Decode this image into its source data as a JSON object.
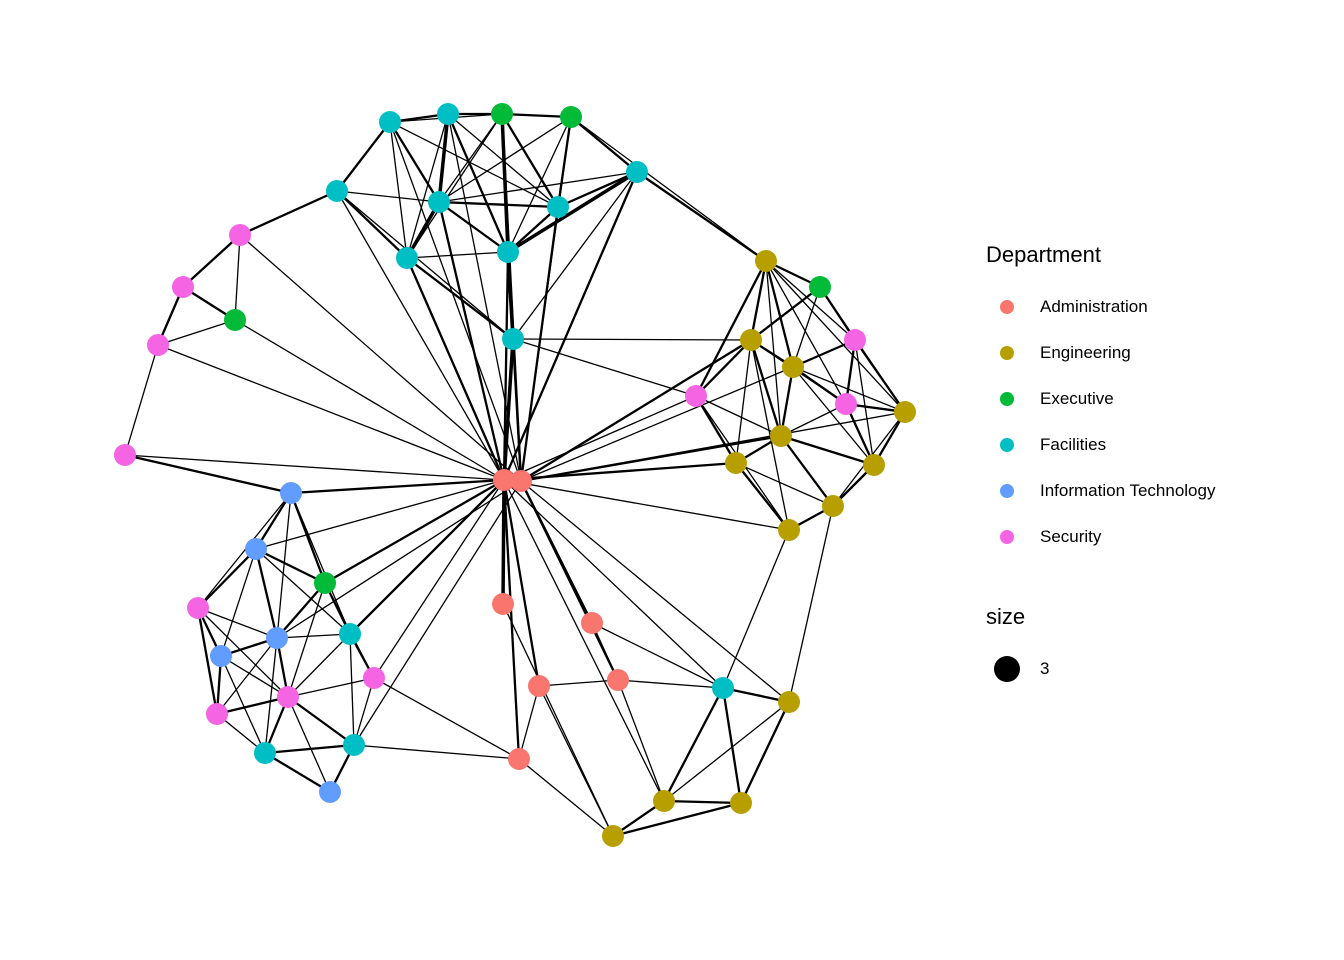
{
  "colors": {
    "Administration": "#F8766D",
    "Engineering": "#B79F00",
    "Executive": "#00BA38",
    "Facilities": "#00BFC4",
    "Information Technology": "#619CFF",
    "Security": "#F564E3"
  },
  "legend": {
    "department": {
      "title": "Department",
      "items": [
        {
          "label": "Administration",
          "color": "#F8766D"
        },
        {
          "label": "Engineering",
          "color": "#B79F00"
        },
        {
          "label": "Executive",
          "color": "#00BA38"
        },
        {
          "label": "Facilities",
          "color": "#00BFC4"
        },
        {
          "label": "Information Technology",
          "color": "#619CFF"
        },
        {
          "label": "Security",
          "color": "#F564E3"
        }
      ]
    },
    "size": {
      "title": "size",
      "value": "3",
      "dot_color": "#000000"
    }
  },
  "chart_data": {
    "type": "network",
    "title": "",
    "legend_position": "right",
    "node_radius": 11,
    "edge_color": "#000000",
    "nodes": [
      [
        "F1",
        390,
        122,
        "Facilities"
      ],
      [
        "F2",
        448,
        114,
        "Facilities"
      ],
      [
        "X1",
        502,
        114,
        "Executive"
      ],
      [
        "X2",
        571,
        117,
        "Executive"
      ],
      [
        "F3",
        637,
        172,
        "Facilities"
      ],
      [
        "F4",
        337,
        191,
        "Facilities"
      ],
      [
        "F5",
        439,
        202,
        "Facilities"
      ],
      [
        "F6",
        558,
        207,
        "Facilities"
      ],
      [
        "F7",
        407,
        258,
        "Facilities"
      ],
      [
        "F8",
        508,
        252,
        "Facilities"
      ],
      [
        "F9",
        513,
        339,
        "Facilities"
      ],
      [
        "S1",
        240,
        235,
        "Security"
      ],
      [
        "S2",
        183,
        287,
        "Security"
      ],
      [
        "X3",
        235,
        320,
        "Executive"
      ],
      [
        "S3",
        158,
        345,
        "Security"
      ],
      [
        "S4",
        125,
        455,
        "Security"
      ],
      [
        "A1",
        504,
        480,
        "Administration"
      ],
      [
        "A2",
        521,
        481,
        "Administration"
      ],
      [
        "G1",
        766,
        261,
        "Engineering"
      ],
      [
        "X4",
        820,
        287,
        "Executive"
      ],
      [
        "G2",
        751,
        340,
        "Engineering"
      ],
      [
        "S5",
        855,
        340,
        "Security"
      ],
      [
        "G3",
        793,
        367,
        "Engineering"
      ],
      [
        "S6",
        846,
        404,
        "Security"
      ],
      [
        "S7",
        696,
        396,
        "Security"
      ],
      [
        "G4",
        905,
        412,
        "Engineering"
      ],
      [
        "G5",
        781,
        436,
        "Engineering"
      ],
      [
        "G6",
        736,
        463,
        "Engineering"
      ],
      [
        "G7",
        874,
        465,
        "Engineering"
      ],
      [
        "G8",
        833,
        506,
        "Engineering"
      ],
      [
        "G9",
        789,
        530,
        "Engineering"
      ],
      [
        "I1",
        291,
        493,
        "Information Technology"
      ],
      [
        "I2",
        256,
        549,
        "Information Technology"
      ],
      [
        "X5",
        325,
        583,
        "Executive"
      ],
      [
        "S8",
        198,
        608,
        "Security"
      ],
      [
        "I3",
        277,
        638,
        "Information Technology"
      ],
      [
        "F10",
        350,
        634,
        "Facilities"
      ],
      [
        "I4",
        221,
        656,
        "Information Technology"
      ],
      [
        "S9",
        288,
        697,
        "Security"
      ],
      [
        "S10",
        217,
        714,
        "Security"
      ],
      [
        "S11",
        374,
        678,
        "Security"
      ],
      [
        "F11",
        265,
        753,
        "Facilities"
      ],
      [
        "F12",
        354,
        745,
        "Facilities"
      ],
      [
        "I5",
        330,
        792,
        "Information Technology"
      ],
      [
        "A3",
        503,
        604,
        "Administration"
      ],
      [
        "A4",
        592,
        623,
        "Administration"
      ],
      [
        "A5",
        539,
        686,
        "Administration"
      ],
      [
        "A6",
        618,
        680,
        "Administration"
      ],
      [
        "A7",
        519,
        759,
        "Administration"
      ],
      [
        "F13",
        723,
        688,
        "Facilities"
      ],
      [
        "G10",
        789,
        702,
        "Engineering"
      ],
      [
        "G11",
        664,
        801,
        "Engineering"
      ],
      [
        "G12",
        741,
        803,
        "Engineering"
      ],
      [
        "G13",
        613,
        836,
        "Engineering"
      ]
    ],
    "edges": [
      [
        "F1",
        "F2",
        2
      ],
      [
        "F1",
        "X1",
        1
      ],
      [
        "F1",
        "F5",
        2
      ],
      [
        "F1",
        "F7",
        1
      ],
      [
        "F1",
        "F4",
        2
      ],
      [
        "F1",
        "F6",
        1
      ],
      [
        "F2",
        "X1",
        2
      ],
      [
        "F2",
        "F5",
        3
      ],
      [
        "F2",
        "F6",
        1
      ],
      [
        "F2",
        "F8",
        2
      ],
      [
        "F2",
        "F7",
        1
      ],
      [
        "X1",
        "X2",
        2
      ],
      [
        "X1",
        "F5",
        1
      ],
      [
        "X1",
        "F6",
        2
      ],
      [
        "X1",
        "F8",
        3
      ],
      [
        "X1",
        "F7",
        1
      ],
      [
        "X2",
        "F3",
        2
      ],
      [
        "X2",
        "F6",
        2
      ],
      [
        "X2",
        "F8",
        1
      ],
      [
        "X2",
        "F5",
        1
      ],
      [
        "F3",
        "F6",
        2
      ],
      [
        "F3",
        "F8",
        3
      ],
      [
        "F3",
        "F9",
        1
      ],
      [
        "F3",
        "F5",
        1
      ],
      [
        "F4",
        "F5",
        1
      ],
      [
        "F4",
        "F7",
        2
      ],
      [
        "F4",
        "F9",
        1
      ],
      [
        "F5",
        "F6",
        2
      ],
      [
        "F5",
        "F7",
        3
      ],
      [
        "F5",
        "F8",
        2
      ],
      [
        "F6",
        "F8",
        2
      ],
      [
        "F7",
        "F8",
        1
      ],
      [
        "F7",
        "F9",
        2
      ],
      [
        "F8",
        "F9",
        3
      ],
      [
        "S1",
        "S2",
        2
      ],
      [
        "S1",
        "X3",
        1
      ],
      [
        "S1",
        "F4",
        2
      ],
      [
        "S2",
        "X3",
        2
      ],
      [
        "S2",
        "S3",
        2
      ],
      [
        "S3",
        "X3",
        1
      ],
      [
        "S3",
        "S4",
        1
      ],
      [
        "S4",
        "I1",
        2
      ],
      [
        "X3",
        "A1",
        1
      ],
      [
        "S3",
        "A1",
        1
      ],
      [
        "S4",
        "A1",
        1
      ],
      [
        "S1",
        "A2",
        1
      ],
      [
        "A1",
        "A2",
        3
      ],
      [
        "A1",
        "F9",
        3
      ],
      [
        "A2",
        "F9",
        2
      ],
      [
        "A1",
        "F8",
        2
      ],
      [
        "A2",
        "F6",
        2
      ],
      [
        "A2",
        "X1",
        2
      ],
      [
        "A1",
        "F7",
        2
      ],
      [
        "A1",
        "F5",
        2
      ],
      [
        "A2",
        "F2",
        1
      ],
      [
        "A2",
        "F1",
        1
      ],
      [
        "A1",
        "F4",
        1
      ],
      [
        "A1",
        "F3",
        2
      ],
      [
        "A2",
        "X2",
        1
      ],
      [
        "A1",
        "I1",
        2
      ],
      [
        "A1",
        "I2",
        1
      ],
      [
        "A1",
        "X5",
        2
      ],
      [
        "A1",
        "F10",
        2
      ],
      [
        "A1",
        "S11",
        1
      ],
      [
        "A2",
        "I3",
        1
      ],
      [
        "A1",
        "A3",
        3
      ],
      [
        "A2",
        "A4",
        2
      ],
      [
        "A1",
        "A5",
        2
      ],
      [
        "A2",
        "A6",
        2
      ],
      [
        "A1",
        "A7",
        2
      ],
      [
        "A1",
        "F13",
        1
      ],
      [
        "A2",
        "G10",
        1
      ],
      [
        "A1",
        "G11",
        1
      ],
      [
        "A2",
        "G2",
        2
      ],
      [
        "A2",
        "G5",
        2
      ],
      [
        "A2",
        "G3",
        1
      ],
      [
        "A1",
        "G6",
        2
      ],
      [
        "A1",
        "G9",
        1
      ],
      [
        "A1",
        "S7",
        1
      ],
      [
        "A2",
        "G4",
        1
      ],
      [
        "A2",
        "F12",
        1
      ],
      [
        "G1",
        "X4",
        2
      ],
      [
        "G1",
        "G2",
        2
      ],
      [
        "G1",
        "G3",
        2
      ],
      [
        "G1",
        "S5",
        1
      ],
      [
        "G1",
        "S7",
        2
      ],
      [
        "G1",
        "G5",
        1
      ],
      [
        "G1",
        "S6",
        1
      ],
      [
        "G1",
        "G4",
        1
      ],
      [
        "X4",
        "S5",
        2
      ],
      [
        "X4",
        "G3",
        1
      ],
      [
        "X4",
        "G2",
        2
      ],
      [
        "X4",
        "G4",
        1
      ],
      [
        "G2",
        "G3",
        2
      ],
      [
        "G2",
        "S7",
        2
      ],
      [
        "G2",
        "G5",
        2
      ],
      [
        "G2",
        "G6",
        1
      ],
      [
        "G2",
        "G9",
        1
      ],
      [
        "G2",
        "S6",
        1
      ],
      [
        "S5",
        "S6",
        2
      ],
      [
        "S5",
        "G3",
        2
      ],
      [
        "S5",
        "G4",
        2
      ],
      [
        "S5",
        "G7",
        1
      ],
      [
        "G3",
        "S6",
        2
      ],
      [
        "G3",
        "G5",
        2
      ],
      [
        "G3",
        "G4",
        1
      ],
      [
        "G3",
        "G7",
        1
      ],
      [
        "S6",
        "G4",
        2
      ],
      [
        "S6",
        "G7",
        2
      ],
      [
        "S6",
        "G5",
        1
      ],
      [
        "S7",
        "G6",
        2
      ],
      [
        "S7",
        "G5",
        1
      ],
      [
        "S7",
        "G9",
        1
      ],
      [
        "G4",
        "G7",
        2
      ],
      [
        "G4",
        "G8",
        1
      ],
      [
        "G5",
        "G6",
        2
      ],
      [
        "G5",
        "G7",
        2
      ],
      [
        "G5",
        "G8",
        2
      ],
      [
        "G6",
        "G9",
        2
      ],
      [
        "G6",
        "G8",
        1
      ],
      [
        "G7",
        "G8",
        2
      ],
      [
        "G8",
        "G9",
        2
      ],
      [
        "G9",
        "F13",
        1
      ],
      [
        "G8",
        "G10",
        1
      ],
      [
        "F3",
        "G1",
        2
      ],
      [
        "F9",
        "S7",
        1
      ],
      [
        "X2",
        "G1",
        1
      ],
      [
        "F9",
        "G2",
        1
      ],
      [
        "I1",
        "I2",
        2
      ],
      [
        "I1",
        "X5",
        2
      ],
      [
        "I1",
        "I3",
        1
      ],
      [
        "I1",
        "F10",
        1
      ],
      [
        "I1",
        "S8",
        1
      ],
      [
        "I2",
        "X5",
        2
      ],
      [
        "I2",
        "S8",
        2
      ],
      [
        "I2",
        "I3",
        2
      ],
      [
        "I2",
        "I4",
        1
      ],
      [
        "I2",
        "F10",
        1
      ],
      [
        "X5",
        "F10",
        2
      ],
      [
        "X5",
        "I3",
        2
      ],
      [
        "X5",
        "S11",
        1
      ],
      [
        "X5",
        "S9",
        1
      ],
      [
        "S8",
        "I4",
        2
      ],
      [
        "S8",
        "S10",
        2
      ],
      [
        "S8",
        "I3",
        1
      ],
      [
        "S8",
        "S9",
        1
      ],
      [
        "I3",
        "I4",
        2
      ],
      [
        "I3",
        "S9",
        2
      ],
      [
        "I3",
        "F10",
        1
      ],
      [
        "I3",
        "F11",
        1
      ],
      [
        "I3",
        "S10",
        1
      ],
      [
        "F10",
        "S11",
        2
      ],
      [
        "F10",
        "F12",
        1
      ],
      [
        "F10",
        "S9",
        1
      ],
      [
        "I4",
        "S10",
        2
      ],
      [
        "I4",
        "S9",
        1
      ],
      [
        "I4",
        "F11",
        1
      ],
      [
        "S9",
        "S10",
        2
      ],
      [
        "S9",
        "F11",
        2
      ],
      [
        "S9",
        "F12",
        2
      ],
      [
        "S9",
        "S11",
        1
      ],
      [
        "S9",
        "I5",
        1
      ],
      [
        "S10",
        "F11",
        1
      ],
      [
        "S11",
        "F12",
        1
      ],
      [
        "F11",
        "F12",
        2
      ],
      [
        "F11",
        "I5",
        2
      ],
      [
        "F12",
        "I5",
        2
      ],
      [
        "S11",
        "A7",
        1
      ],
      [
        "F12",
        "A7",
        1
      ],
      [
        "A4",
        "A6",
        1
      ],
      [
        "A5",
        "A6",
        1
      ],
      [
        "A5",
        "A7",
        1
      ],
      [
        "A6",
        "F13",
        1
      ],
      [
        "A4",
        "F13",
        1
      ],
      [
        "A5",
        "G13",
        1
      ],
      [
        "A6",
        "G11",
        1
      ],
      [
        "A7",
        "G13",
        1
      ],
      [
        "A3",
        "G13",
        1
      ],
      [
        "F13",
        "G10",
        2
      ],
      [
        "F13",
        "G11",
        2
      ],
      [
        "F13",
        "G12",
        2
      ],
      [
        "G10",
        "G12",
        2
      ],
      [
        "G10",
        "G11",
        1
      ],
      [
        "G11",
        "G12",
        2
      ],
      [
        "G11",
        "G13",
        2
      ],
      [
        "G12",
        "G13",
        2
      ]
    ]
  }
}
